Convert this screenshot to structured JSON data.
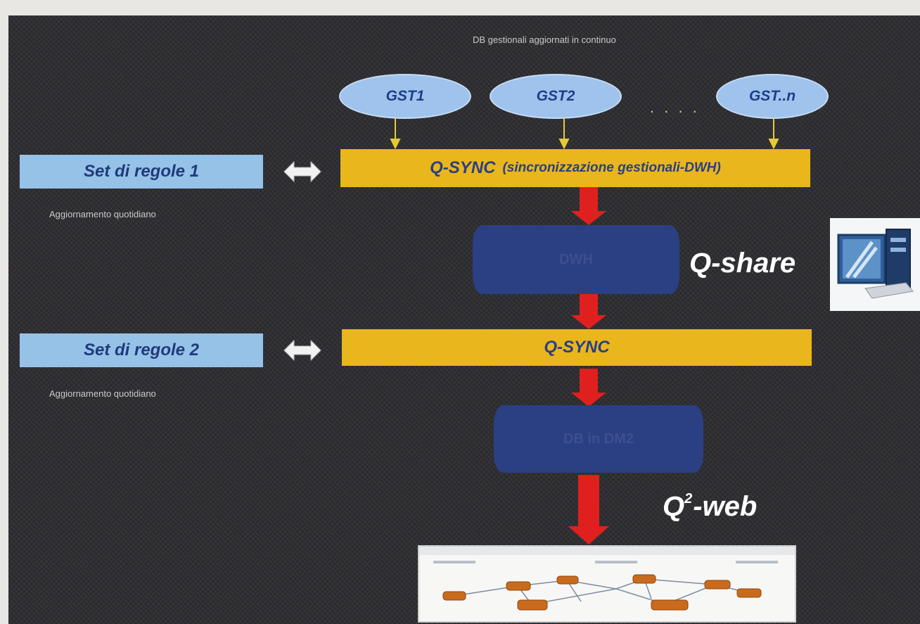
{
  "top_caption": "DB gestionali aggiornati in continuo",
  "sources": [
    "GST1",
    "GST2",
    "GST..n"
  ],
  "ellipsis": ". . . .",
  "rules": [
    {
      "label": "Set di regole 1",
      "note": "Aggiornamento quotidiano"
    },
    {
      "label": "Set di regole 2",
      "note": "Aggiornamento quotidiano"
    }
  ],
  "sync1": {
    "name": "Q-SYNC",
    "detail": "(sincronizzazione gestionali-DWH)"
  },
  "sync2": {
    "name": "Q-SYNC"
  },
  "db1": "DWH",
  "db2": "DB in DM2",
  "label_share": "Q-share",
  "label_web": {
    "q": "Q",
    "sup": "2",
    "rest": "-web"
  },
  "colors": {
    "background": "#2a2a2e",
    "oval": "#9fc3ec",
    "rules": "#97c2e8",
    "sync": "#e9b61c",
    "db": "#2b3f83",
    "arrows": "#e0201e",
    "thin_arrows": "#e6c93a"
  },
  "icons": [
    "computer-icon",
    "double-arrow-icon",
    "network-map-thumbnail"
  ]
}
